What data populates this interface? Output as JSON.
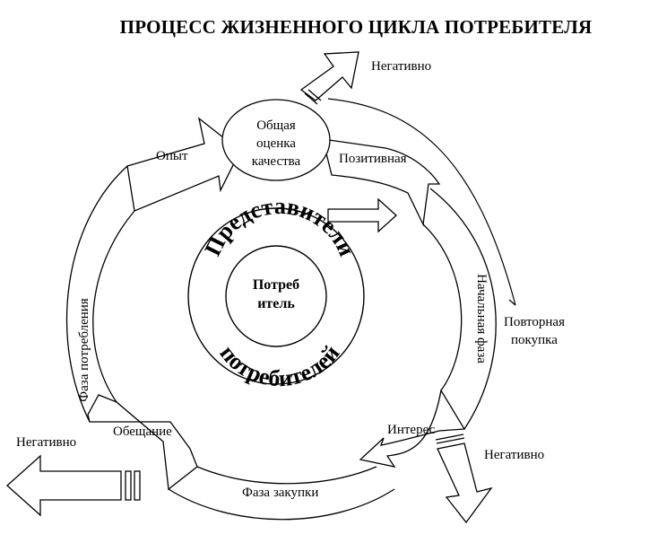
{
  "title": "ПРОЦЕСС ЖИЗНЕННОГО ЦИКЛА ПОТРЕБИТЕЛЯ",
  "center": {
    "top_arc": "Представители",
    "bottom_arc": "потребителей",
    "core_line1": "Потреб",
    "core_line2": "итель"
  },
  "evaluation": {
    "line1": "Общая",
    "line2": "оценка",
    "line3": "качества"
  },
  "phases": {
    "consumption": "Фаза потребления",
    "initial": "Начальная фаза",
    "purchase": "Фаза закупки"
  },
  "steps": {
    "experience": "Опыт",
    "positive": "Позитивная",
    "interest": "Интерес",
    "promise": "Обещание"
  },
  "outcomes": {
    "negative_top": "Негативно",
    "negative_right": "Негативно",
    "negative_left": "Негативно",
    "repeat_line1": "Повторная",
    "repeat_line2": "покупка"
  }
}
